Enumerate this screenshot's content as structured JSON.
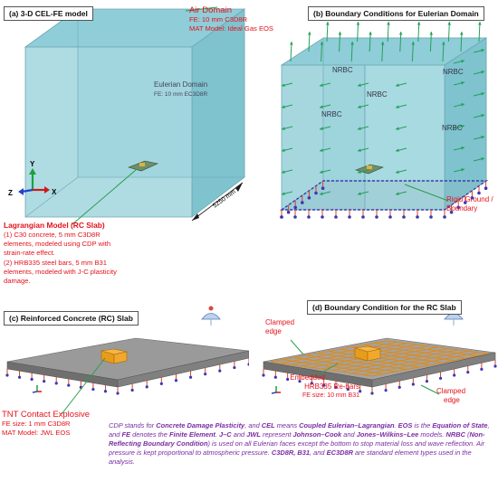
{
  "panels": {
    "a": {
      "title": "(a) 3-D CEL-FE model",
      "air_domain": {
        "title": "Air Domain",
        "fe": "FE: 10 mm C3D8R",
        "mat": "MAT Model: Ideal Gas EOS"
      },
      "eulerian": {
        "title": "Eulerian Domain",
        "fe": "FE: 10 mm EC3D8R"
      },
      "dimension": "5250 mm",
      "axes": {
        "y": "Y",
        "z": "Z",
        "x": "X"
      },
      "lagrangian": {
        "title": "Lagrangian Model (RC Slab)",
        "lines": [
          "(1) C30 concrete, 5 mm C3D8R",
          "elements, modeled using CDP with",
          "strain-rate effect.",
          "(2) HRB335 steel bars, 5 mm B31",
          "elements, modeled with J-C plasticity",
          "damage."
        ]
      }
    },
    "b": {
      "title": "(b) Boundary Conditions for Eulerian Domain",
      "nrbc": [
        "NRBC",
        "NRBC",
        "NRBC",
        "NRBC",
        "NRBC"
      ],
      "ground": [
        "Rigid Ground /",
        "Boundary"
      ]
    },
    "c": {
      "title": "(c) Reinforced Concrete (RC) Slab",
      "tnt": {
        "title": "TNT Contact Explosive",
        "fe": "FE size: 1 mm C3D8R",
        "mat": "MAT Model: JWL EOS"
      }
    },
    "d": {
      "title": "(d) Boundary Condition for the RC Slab",
      "clamped1": [
        "Clamped",
        "edge"
      ],
      "clamped2": [
        "Clamped",
        "edge"
      ],
      "rebars": {
        "line1": "Embedded",
        "line2": "HRB335 Re-bars",
        "fe": "FE size: 10 mm B31"
      }
    }
  },
  "caption": {
    "s1": "CDP stands for ",
    "b1": "Concrete Damage Plasticity",
    "s2": ", and ",
    "b2": "CEL",
    "s3": " means ",
    "b3": "Coupled Eulerian–Lagrangian",
    "s4": ". ",
    "b4": "EOS",
    "s5": " is the ",
    "b5": "Equation of State",
    "s6": ", and ",
    "b6": "FE",
    "s7": " denotes the ",
    "b7": "Finite Element",
    "s8": ". ",
    "b8": "J–C",
    "s9": " and ",
    "b9": "JWL",
    "s10": " represent ",
    "b10": "Johnson–Cook",
    "s11": " and ",
    "b11": "Jones–Wilkins–Lee",
    "s12": " models. ",
    "b12": "NRBC",
    "s13": " (",
    "b13": "Non-Reflecting Boundary Condition",
    "s14": ") is used on all Eulerian faces except the bottom to stop material loss and wave reflection. Air pressure is kept proportional to atmospheric pressure. ",
    "b14": "C3D8R, B31",
    "s15": ", and ",
    "b15": "EC3D8R",
    "s16": " are standard element types used in the analysis."
  }
}
